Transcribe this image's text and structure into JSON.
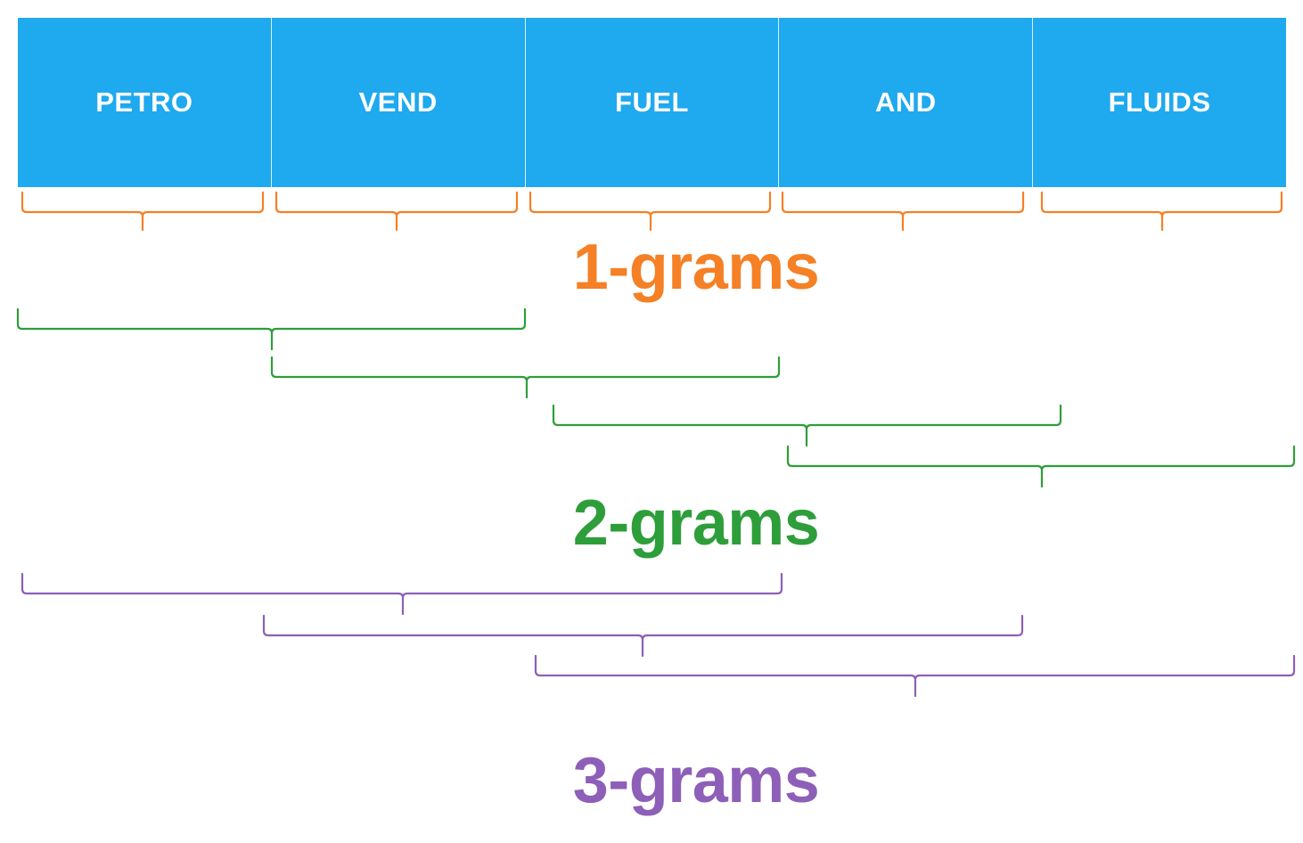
{
  "tokens": [
    "PETRO",
    "VEND",
    "FUEL",
    "AND",
    "FLUIDS"
  ],
  "ngram_groups": [
    {
      "label": "1-grams",
      "n": 1,
      "color": "#f58025",
      "spans": [
        [
          0,
          0
        ],
        [
          1,
          1
        ],
        [
          2,
          2
        ],
        [
          3,
          3
        ],
        [
          4,
          4
        ]
      ]
    },
    {
      "label": "2-grams",
      "n": 2,
      "color": "#2e9e3a",
      "spans": [
        [
          0,
          1
        ],
        [
          1,
          2
        ],
        [
          2,
          3
        ],
        [
          3,
          4
        ]
      ]
    },
    {
      "label": "3-grams",
      "n": 3,
      "color": "#8e5fb8",
      "spans": [
        [
          0,
          2
        ],
        [
          1,
          3
        ],
        [
          2,
          4
        ]
      ]
    }
  ],
  "colors": {
    "token_background": "#1fa9ef",
    "token_text": "#ffffff"
  }
}
